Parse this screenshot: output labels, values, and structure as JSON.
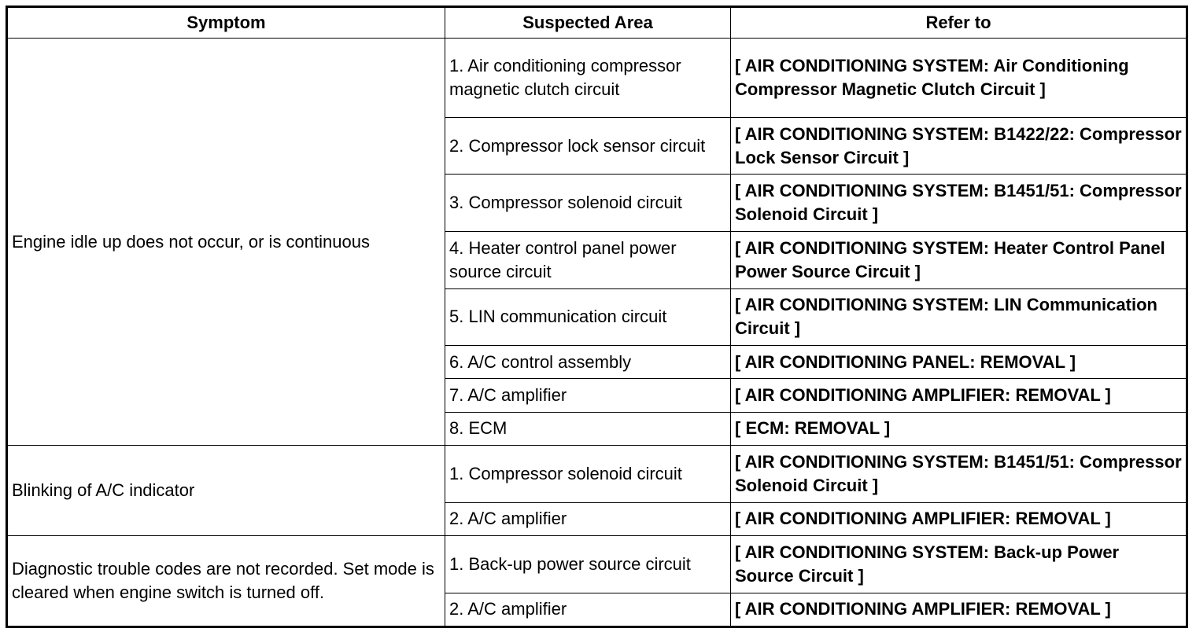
{
  "table": {
    "headers": [
      "Symptom",
      "Suspected Area",
      "Refer to"
    ],
    "groups": [
      {
        "symptom": "Engine idle up does not occur, or is continuous",
        "rows": [
          {
            "area": "1. Air conditioning compressor magnetic clutch circuit",
            "refer": "[ AIR CONDITIONING SYSTEM: Air Conditioning Compressor Magnetic Clutch Circuit ]"
          },
          {
            "area": "2. Compressor lock sensor circuit",
            "refer": "[ AIR CONDITIONING SYSTEM: B1422/22: Compressor Lock Sensor Circuit ]"
          },
          {
            "area": "3. Compressor solenoid circuit",
            "refer": "[ AIR CONDITIONING SYSTEM: B1451/51: Compressor Solenoid Circuit ]"
          },
          {
            "area": "4. Heater control panel power source circuit",
            "refer": "[ AIR CONDITIONING SYSTEM: Heater Control Panel Power Source Circuit ]"
          },
          {
            "area": "5. LIN communication circuit",
            "refer": "[ AIR CONDITIONING SYSTEM: LIN Communication Circuit ]"
          },
          {
            "area": "6. A/C control assembly",
            "refer": "[ AIR CONDITIONING PANEL: REMOVAL ]"
          },
          {
            "area": "7. A/C amplifier",
            "refer": "[ AIR CONDITIONING AMPLIFIER: REMOVAL ]"
          },
          {
            "area": "8. ECM",
            "refer": "[ ECM: REMOVAL ]"
          }
        ]
      },
      {
        "symptom": "Blinking of A/C indicator",
        "rows": [
          {
            "area": "1. Compressor solenoid circuit",
            "refer": "[ AIR CONDITIONING SYSTEM: B1451/51: Compressor Solenoid Circuit ]"
          },
          {
            "area": "2. A/C amplifier",
            "refer": "[ AIR CONDITIONING AMPLIFIER: REMOVAL ]"
          }
        ]
      },
      {
        "symptom": "Diagnostic trouble codes are not recorded. Set mode is cleared when engine switch is turned off.",
        "rows": [
          {
            "area": "1. Back-up power source circuit",
            "refer": "[ AIR CONDITIONING SYSTEM: Back-up Power Source Circuit ]"
          },
          {
            "area": "2. A/C amplifier",
            "refer": "[ AIR CONDITIONING AMPLIFIER: REMOVAL ]"
          }
        ]
      }
    ]
  }
}
